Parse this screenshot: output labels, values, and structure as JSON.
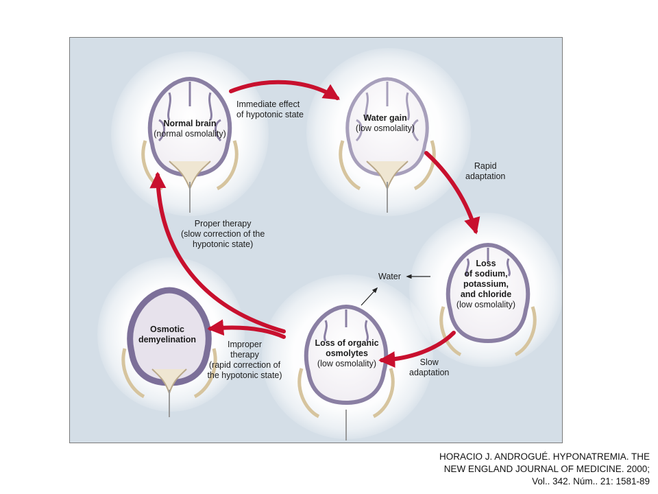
{
  "brains": [
    {
      "id": "normal",
      "title": "Normal brain",
      "subtitle": "(normal osmolality)"
    },
    {
      "id": "water-gain",
      "title": "Water gain",
      "subtitle": "(low osmolality)"
    },
    {
      "id": "loss-ions",
      "title": "Loss of sodium, potassium, and chloride",
      "title_lines": [
        "Loss",
        "of sodium,",
        "potassium,",
        "and chloride"
      ],
      "subtitle": "(low osmolality)"
    },
    {
      "id": "loss-organic",
      "title_lines": [
        "Loss of organic",
        "osmolytes"
      ],
      "subtitle": "(low osmolality)"
    },
    {
      "id": "osmotic",
      "title_lines": [
        "Osmotic",
        "demyelination"
      ],
      "subtitle": ""
    }
  ],
  "transitions": {
    "immediate": [
      "Immediate effect",
      "of hypotonic state"
    ],
    "rapid": [
      "Rapid",
      "adaptation"
    ],
    "slow": [
      "Slow",
      "adaptation"
    ],
    "water": "Water",
    "proper": [
      "Proper therapy",
      "(slow correction of the",
      "hypotonic state)"
    ],
    "improper": [
      "Improper",
      "therapy",
      "(rapid correction of",
      "the hypotonic state)"
    ]
  },
  "colors": {
    "arrow": "#c8102e",
    "background": "#d4dee7",
    "cortex": "#8a7fa3"
  },
  "citation": [
    "HORACIO J. ANDROGUÉ. HYPONATREMIA. THE",
    "NEW ENGLAND JOURNAL OF MEDICINE. 2000;",
    "Vol.. 342. Núm.. 21: 1581-89"
  ]
}
